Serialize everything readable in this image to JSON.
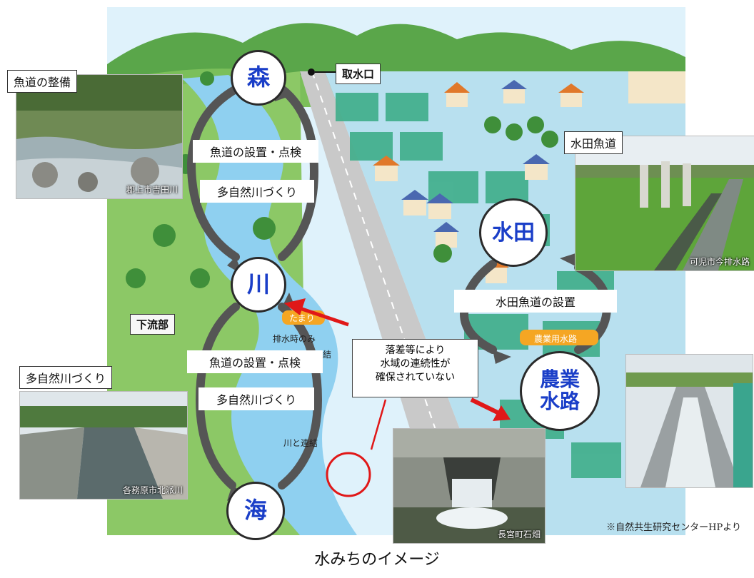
{
  "labels": {
    "intake": "取水口",
    "downstream": "下流部",
    "tamari": "たまり",
    "drain_only": "排水時のみ",
    "link_fragment": "結",
    "river_link": "川と連結",
    "ag_canal_band": "農業用水路"
  },
  "nodes": {
    "forest": "森",
    "river": "川",
    "sea": "海",
    "paddy": "水田",
    "canal_line1": "農業",
    "canal_line2": "水路"
  },
  "loop_labels": {
    "upper_1": "魚道の設置・点検",
    "upper_2": "多自然川づくり",
    "lower_1": "魚道の設置・点検",
    "lower_2": "多自然川づくり",
    "paddy": "水田魚道の設置"
  },
  "note": {
    "line1": "落差等により",
    "line2": "水域の連続性が",
    "line3": "確保されていない"
  },
  "photos": {
    "fishway": {
      "tag": "魚道の整備",
      "caption": "郡上市吉田川"
    },
    "paddy_fishway": {
      "tag": "水田魚道",
      "caption": "可児市今排水路"
    },
    "nature_river": {
      "tag": "多自然川づくり",
      "caption": "各務原市北派川"
    },
    "weir": {
      "caption": "長宮町石畑"
    },
    "canal": {
      "caption": ""
    }
  },
  "footer": {
    "caption": "水みちのイメージ",
    "credit": "※自然共生研究センターHPより"
  },
  "colors": {
    "arrow_red": "#e01818",
    "node_text": "#1a3ec8",
    "river": "#8fd0f0"
  }
}
